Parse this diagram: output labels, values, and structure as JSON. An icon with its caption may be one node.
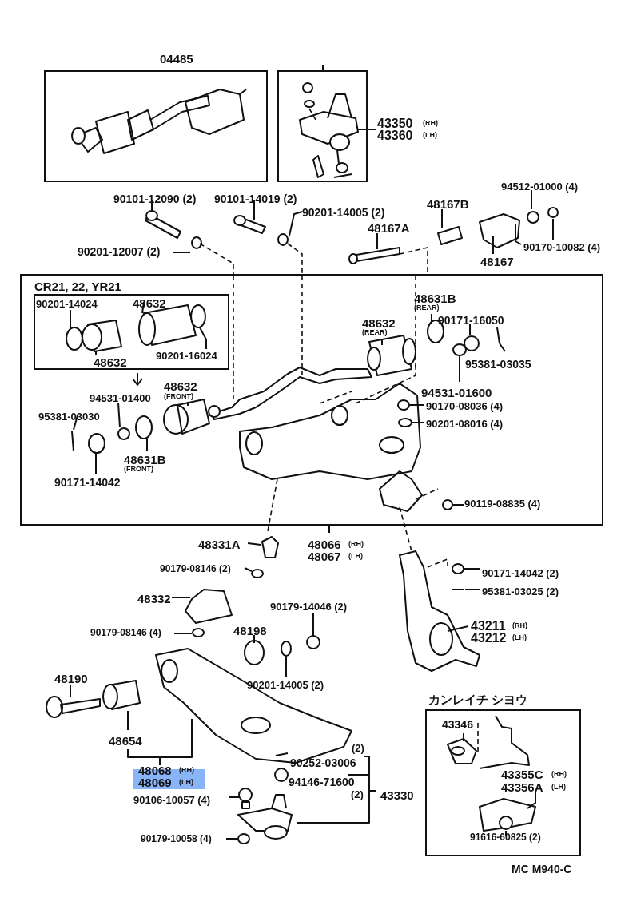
{
  "diagram": {
    "nodes": [
      {
        "text": [
          "04485"
        ]
      },
      {
        "text": [],
        "shape": "box",
        "beside": [
          "43350",
          "(RH)",
          "43360",
          "(LH)"
        ]
      },
      {
        "text": [
          "CR21, 22, YR21"
        ]
      },
      {
        "text": [],
        "shape": "box",
        "in": 2
      },
      {
        "text": [
          "カンレイチ シヨウ"
        ]
      }
    ],
    "labels": [
      "90101-12090 (2)",
      "90101-14019 (2)",
      "94512-01000 (4)",
      "90201-14005 (2)",
      "48167B",
      "48167A",
      "90201-12007 (2)",
      "90170-10082 (4)",
      "48167",
      "90201-14024",
      "48632",
      "90201-16024",
      "48632",
      "48631B",
      "(REAR)",
      "48632",
      "(REAR)",
      "90171-16050",
      "95381-03035",
      "94531-01400",
      "48632",
      "(FRONT)",
      "95381-03030",
      "94531-01600",
      "90170-08036 (4)",
      "90201-08016 (4)",
      "48631B",
      "(FRONT)",
      "90171-14042",
      "90119-08835 (4)",
      "48331A",
      "48066",
      "(RH)",
      "48067",
      "(LH)",
      "90179-08146 (2)",
      "90171-14042 (2)",
      "95381-03025 (2)",
      "48332",
      "90179-14046 (2)",
      "90179-08146 (4)",
      "48198",
      "43211",
      "(RH)",
      "43212",
      "(LH)",
      "48190",
      "90201-14005 (2)",
      "48654",
      "(2)",
      "90252-03006",
      "48068",
      "(RH)",
      "48069",
      "(LH)",
      "94146-71600",
      "(2)",
      "43330",
      "90106-10057 (4)",
      "90179-10058 (4)",
      "43346",
      "43355C",
      "(RH)",
      "43356A",
      "(LH)",
      "91616-60825 (2)",
      "MC M940-C"
    ]
  }
}
